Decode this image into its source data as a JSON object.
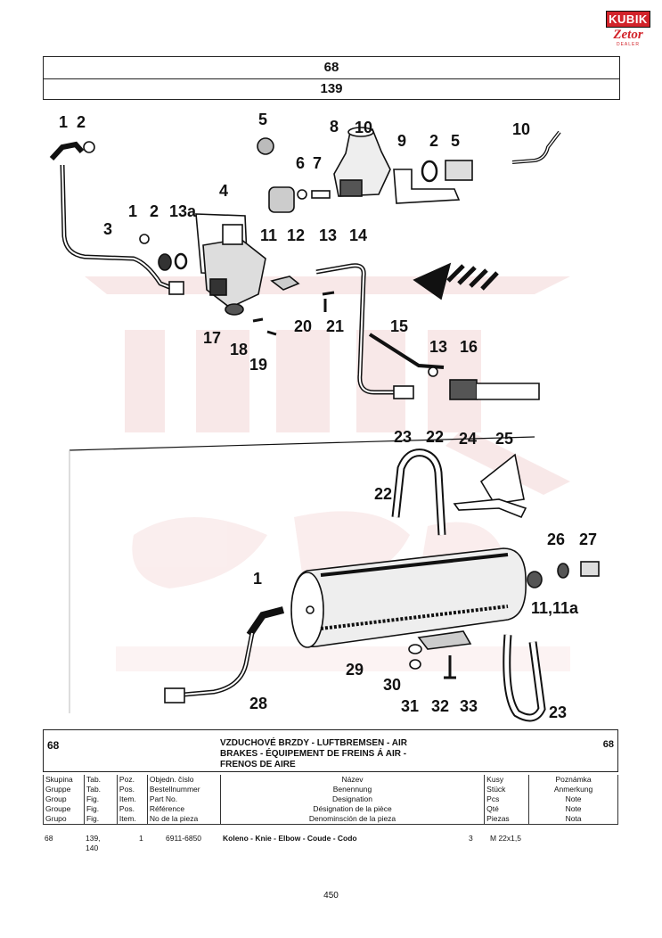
{
  "logo": {
    "brand": "KUBIK",
    "sub": "Zetor",
    "tag": "DEALER"
  },
  "header": {
    "group": "68",
    "table": "139"
  },
  "watermark": {
    "brand": "KUBIK",
    "sub": "Zetor",
    "tag": "DEALER"
  },
  "callouts": [
    {
      "id": "c1",
      "text": "1"
    },
    {
      "id": "c2",
      "text": "2"
    },
    {
      "id": "c3",
      "text": "5"
    },
    {
      "id": "c4",
      "text": "8"
    },
    {
      "id": "c5",
      "text": "10"
    },
    {
      "id": "c6",
      "text": "9"
    },
    {
      "id": "c7",
      "text": "2"
    },
    {
      "id": "c8",
      "text": "5"
    },
    {
      "id": "c9",
      "text": "10"
    },
    {
      "id": "c10",
      "text": "6"
    },
    {
      "id": "c11",
      "text": "7"
    },
    {
      "id": "c12",
      "text": "4"
    },
    {
      "id": "c13",
      "text": "1"
    },
    {
      "id": "c14",
      "text": "2"
    },
    {
      "id": "c15",
      "text": "13a"
    },
    {
      "id": "c16",
      "text": "3"
    },
    {
      "id": "c17",
      "text": "11"
    },
    {
      "id": "c18",
      "text": "12"
    },
    {
      "id": "c19",
      "text": "13"
    },
    {
      "id": "c20",
      "text": "14"
    },
    {
      "id": "c21",
      "text": "20"
    },
    {
      "id": "c22",
      "text": "21"
    },
    {
      "id": "c23",
      "text": "17"
    },
    {
      "id": "c24",
      "text": "18"
    },
    {
      "id": "c25",
      "text": "19"
    },
    {
      "id": "c26",
      "text": "15"
    },
    {
      "id": "c27",
      "text": "13"
    },
    {
      "id": "c28",
      "text": "16"
    },
    {
      "id": "c29",
      "text": "23"
    },
    {
      "id": "c30",
      "text": "22"
    },
    {
      "id": "c31",
      "text": "24"
    },
    {
      "id": "c32",
      "text": "25"
    },
    {
      "id": "c33",
      "text": "22"
    },
    {
      "id": "c34",
      "text": "26"
    },
    {
      "id": "c35",
      "text": "27"
    },
    {
      "id": "c36",
      "text": "1"
    },
    {
      "id": "c37",
      "text": "11,11a"
    },
    {
      "id": "c38",
      "text": "29"
    },
    {
      "id": "c39",
      "text": "28"
    },
    {
      "id": "c40",
      "text": "30"
    },
    {
      "id": "c41",
      "text": "31"
    },
    {
      "id": "c42",
      "text": "32"
    },
    {
      "id": "c43",
      "text": "33"
    },
    {
      "id": "c44",
      "text": "23"
    }
  ],
  "info": {
    "group": "68",
    "group_right": "68",
    "title_lines": [
      "VZDUCHOVÉ BRZDY - LUFTBREMSEN - AIR",
      "BRAKES - ÉQUIPEMENT DE FREINS Á AIR -",
      "FRENOS DE AIRE"
    ]
  },
  "columns": [
    [
      "Skupina",
      "Gruppe",
      "Group",
      "Groupe",
      "Grupo"
    ],
    [
      "Tab.",
      "Tab.",
      "Fig.",
      "Fig.",
      "Fig."
    ],
    [
      "Poz.",
      "Pos.",
      "Item.",
      "Pos.",
      "Item."
    ],
    [
      "Objedn. číslo",
      "Bestellnummer",
      "Part No.",
      "Référence",
      "No de la pieza"
    ],
    [
      "Název",
      "Benennung",
      "Designation",
      "Désignation de la pièce",
      "Denominsción de la pieza"
    ],
    [
      "Kusy",
      "Stück",
      "Pcs",
      "Qté",
      "Piezas"
    ],
    [
      "Poznámka",
      "Anmerkung",
      "Note",
      "Note",
      "Nota"
    ]
  ],
  "part_row": {
    "group": "68",
    "table": "139,",
    "table2": "140",
    "item": "1",
    "part_no": "6911-6850",
    "name": "Koleno - Knie - Elbow - Coude - Codo",
    "qty": "3",
    "note": "M 22x1,5"
  },
  "page": "450",
  "colors": {
    "logo_red": "#d2232a",
    "watermark": "#f3d6d6"
  }
}
